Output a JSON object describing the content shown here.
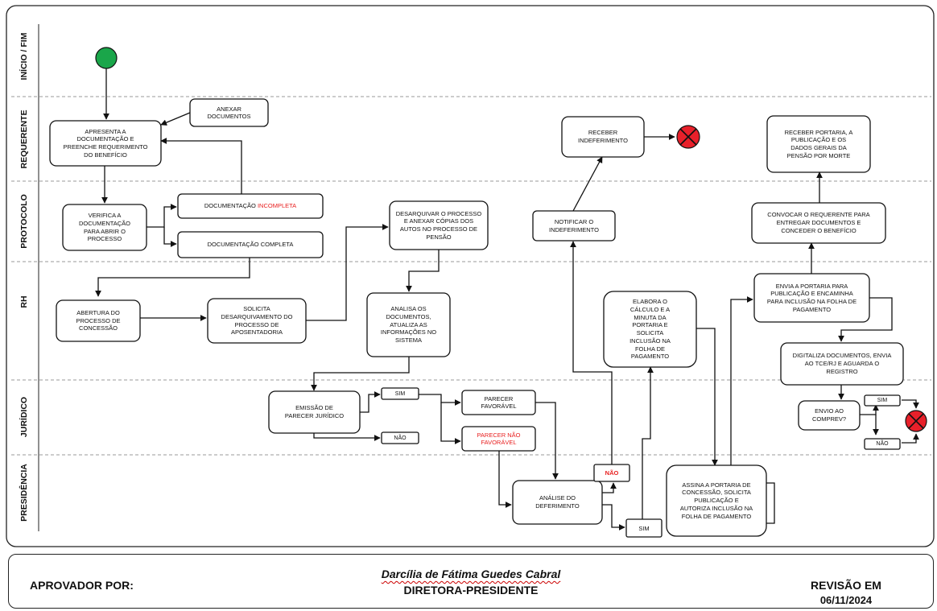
{
  "lanes": [
    "INÍCIO / FIM",
    "REQUERENTE",
    "PROTOCOLO",
    "RH",
    "JURÍDICO",
    "PRESIDÊNCIA"
  ],
  "nodes": {
    "n_anexar": "ANEXAR DOCUMENTOS",
    "n_apresenta": "APRESENTA A DOCUMENTAÇÃO E PREENCHE REQUERIMENTO DO BENEFÍCIO",
    "n_verifica": "VERIFICA A DOCUMENTAÇÃO PARA ABRIR O PROCESSO",
    "n_doc_incompleta_prefix": "DOCUMENTAÇÃO ",
    "n_doc_incompleta_red": "INCOMPLETA",
    "n_doc_completa": "DOCUMENTAÇÃO COMPLETA",
    "n_abertura": "ABERTURA DO PROCESSO DE CONCESSÃO",
    "n_solicita": "SOLICITA DESARQUIVAMENTO DO PROCESSO DE APOSENTADORIA",
    "n_desarquivar": "DESARQUIVAR O PROCESSO E ANEXAR CÓPIAS DOS AUTOS NO PROCESSO DE PENSÃO",
    "n_analisa": "ANALISA OS DOCUMENTOS, ATUALIZA AS INFORMAÇÕES NO SISTEMA",
    "n_emissao": "EMISSÃO DE PARECER JURÍDICO",
    "n_sim1": "SIM",
    "n_nao1": "NÃO",
    "n_favoravel": "PARECER FAVORÁVEL",
    "n_nao_favoravel": "PARECER NÃO FAVORÁVEL",
    "n_analise_def": "ANÁLISE DO DEFERIMENTO",
    "n_nao2": "NÃO",
    "n_sim2": "SIM",
    "n_notificar": "NOTIFICAR O INDEFERIMENTO",
    "n_receber_indef": "RECEBER INDEFERIMENTO",
    "n_elabora": "ELABORA O CÁLCULO E A MINUTA DA PORTARIA E SOLICITA INCLUSÃO NA FOLHA DE PAGAMENTO",
    "n_assina": "ASSINA A PORTARIA DE CONCESSÃO, SOLICITA PUBLICAÇÃO E AUTORIZA INCLUSÃO NA FOLHA DE PAGAMENTO",
    "n_envia": "ENVIA A PORTARIA PARA PUBLICAÇÃO E ENCAMINHA PARA INCLUSÃO NA FOLHA DE PAGAMENTO",
    "n_convocar": "CONVOCAR O REQUERENTE PARA ENTREGAR DOCUMENTOS E CONCEDER O BENEFÍCIO",
    "n_receber_portaria": "RECEBER PORTARIA, A PUBLICAÇÃO E OS DADOS GERAIS DA PENSÃO POR MORTE",
    "n_digitaliza": "DIGITALIZA DOCUMENTOS, ENVIA AO TCE/RJ E AGUARDA O REGISTRO",
    "n_envio": "ENVIO AO COMPREV?",
    "n_sim3": "SIM",
    "n_nao3": "NÃO"
  },
  "footer": {
    "approver_label": "APROVADOR POR:",
    "signer_name": "Darcília de Fátima Guedes Cabral",
    "signer_role": "DIRETORA-PRESIDENTE",
    "revision_label": "REVISÃO EM",
    "revision_date": "06/11/2024"
  },
  "colors": {
    "start": "#1aa64a",
    "end": "#e8202a",
    "highlight": "#e81e1e",
    "line": "#111111"
  }
}
